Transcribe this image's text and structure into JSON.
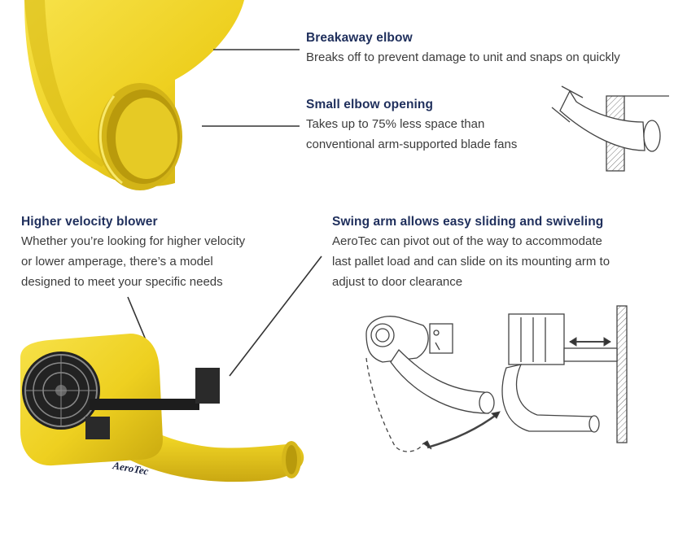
{
  "callouts": {
    "breakaway": {
      "title": "Breakaway elbow",
      "lines": [
        "Breaks off to prevent damage to unit and snaps on quickly"
      ]
    },
    "small_opening": {
      "title": "Small elbow opening",
      "lines": [
        "Takes up to 75% less space than",
        "conventional arm-supported blade fans"
      ]
    },
    "velocity": {
      "title": "Higher velocity blower",
      "lines": [
        "Whether you’re looking for higher velocity",
        "or lower amperage, there’s a model",
        "designed to meet your specific needs"
      ]
    },
    "swing": {
      "title": "Swing arm allows easy sliding and swiveling",
      "lines": [
        "AeroTec can pivot out of the way to accommodate",
        "last pallet load and can slide on its mounting arm to",
        "adjust to door clearance"
      ]
    }
  },
  "logo_text": "AeroTec",
  "colors": {
    "title": "#1f2f5c",
    "body": "#3c3c3c",
    "duct_yellow": "#f2d829",
    "duct_shadow": "#c9a90f",
    "leader": "#333333",
    "diagram_line": "#444444"
  }
}
